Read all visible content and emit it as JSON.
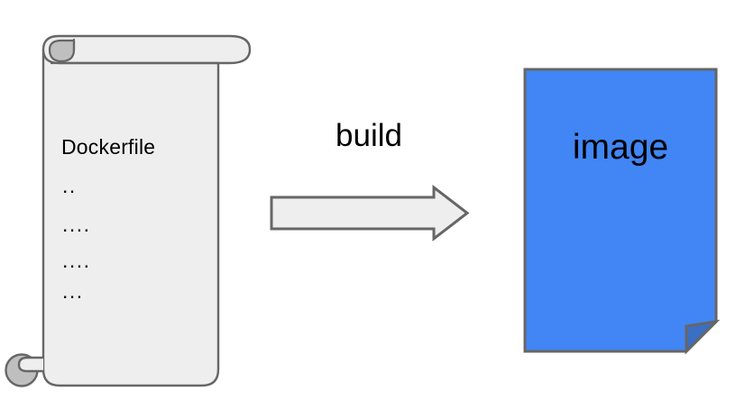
{
  "diagram": {
    "title": "Dockerfile build image",
    "background_color": "#FFFFFF",
    "shapes": {
      "document_scroll": {
        "name": "Dockerfile scroll document",
        "fill_color": "#EEEEEE",
        "stroke_color": "#666666",
        "curl_fill_color": "#BFBFBF",
        "title_text": "Dockerfile",
        "content_lines": [
          "..",
          "....",
          "....",
          "..."
        ]
      },
      "arrow": {
        "name": "build arrow",
        "label": "build",
        "fill_color": "#EEEEEE",
        "stroke_color": "#666666",
        "direction": "right"
      },
      "image_page": {
        "name": "image document",
        "label": "image",
        "fill_color": "#4285F4",
        "stroke_color": "#666666",
        "fold_color": "#3A6FC4",
        "label_color": "#000000"
      }
    }
  }
}
